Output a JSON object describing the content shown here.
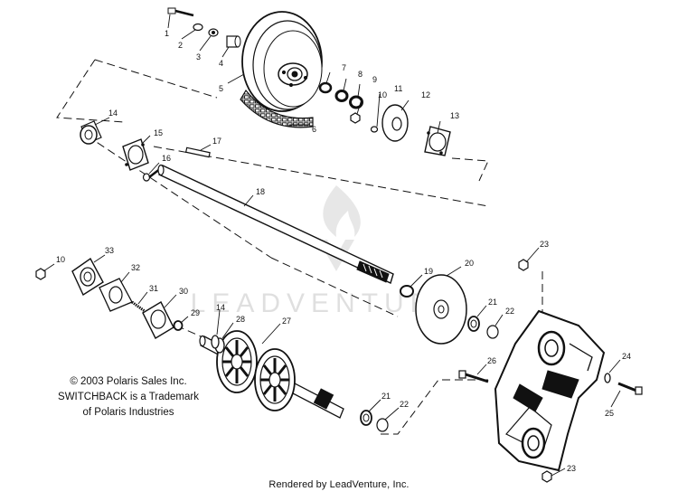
{
  "watermark": {
    "brand": "LEADVENTURE"
  },
  "callouts": [
    "1",
    "2",
    "3",
    "4",
    "5",
    "6",
    "7",
    "8",
    "9",
    "10",
    "11",
    "12",
    "13",
    "14",
    "15",
    "16",
    "17",
    "18",
    "10",
    "33",
    "32",
    "31",
    "30",
    "29",
    "14",
    "28",
    "27",
    "19",
    "20",
    "21",
    "22",
    "23",
    "24",
    "25",
    "26",
    "21",
    "22",
    "23"
  ],
  "notes": {
    "copyright": "© 2003 Polaris Sales Inc.",
    "trademark_line1": "SWITCHBACK is a Trademark",
    "trademark_line2": "of Polaris Industries"
  },
  "footer": {
    "rendered_by": "Rendered by LeadVenture, Inc."
  }
}
